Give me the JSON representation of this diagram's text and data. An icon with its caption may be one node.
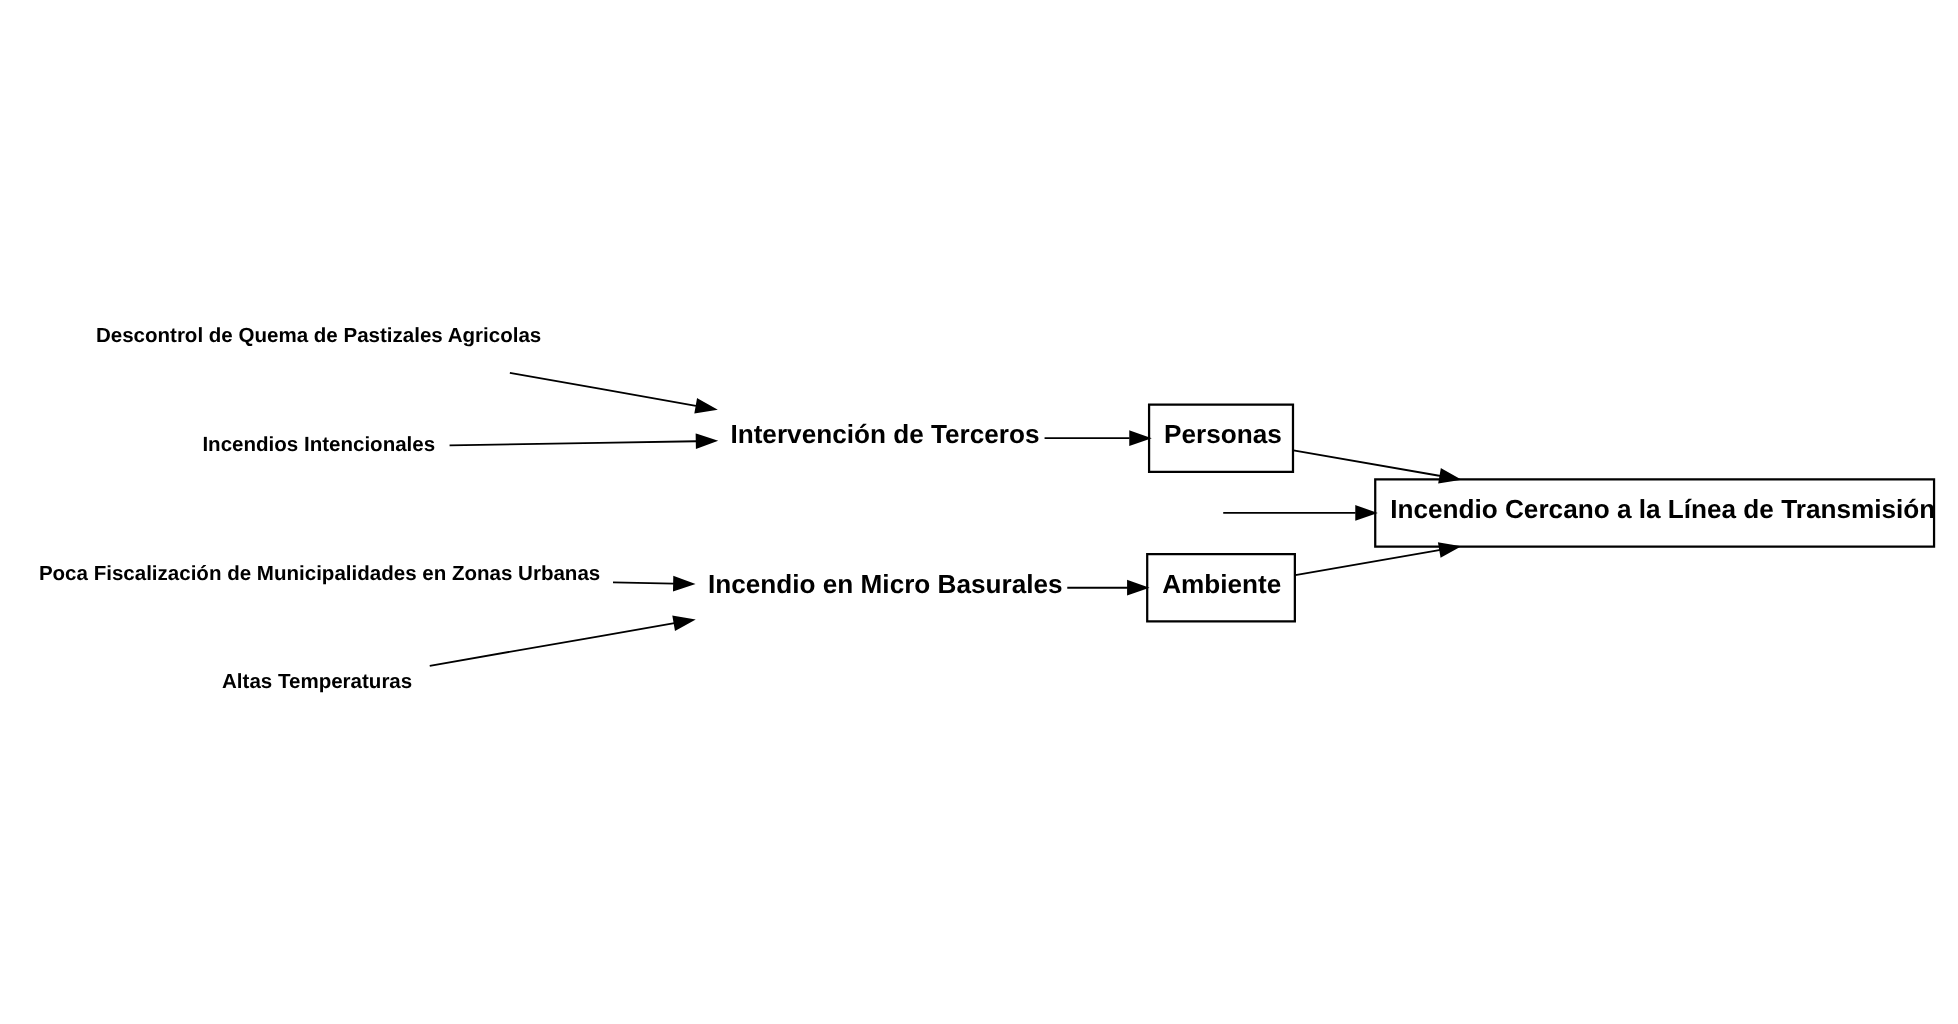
{
  "diagram": {
    "nodes": [
      {
        "text": [
          "Ambiente"
        ]
      },
      {
        "text": [
          "Poca Fiscalización de Municipalidades en Zonas Urbanas"
        ]
      },
      {
        "text": [
          "Incendio en Micro Basurales"
        ]
      },
      {
        "text": [
          "Altas Temperaturas"
        ]
      },
      {
        "text": [
          "Incendio Cercano a la Línea de Transmisión"
        ]
      },
      {
        "text": [
          "Descontrol de Quema de Pastizales Agricolas"
        ]
      },
      {
        "text": [
          "Intervención de Terceros"
        ]
      },
      {
        "text": [
          "Incendios Intencionales"
        ]
      },
      {
        "text": [
          "Personas"
        ]
      }
    ],
    "edges": [
      {
        "from": 1,
        "to": 2,
        "arrow": "to"
      },
      {
        "from": 3,
        "to": 2,
        "arrow": "to"
      },
      {
        "from": 2,
        "to": 0,
        "arrow": "to"
      },
      {
        "from": 0,
        "to": 4,
        "arrow": "to"
      },
      {
        "from": null,
        "to": 4,
        "arrow": "to"
      },
      {
        "from": 5,
        "to": 6,
        "arrow": "to"
      },
      {
        "from": 7,
        "to": 6,
        "arrow": "to"
      },
      {
        "from": 6,
        "to": 8,
        "arrow": "to"
      },
      {
        "from": 8,
        "to": 4,
        "arrow": "to"
      }
    ]
  }
}
